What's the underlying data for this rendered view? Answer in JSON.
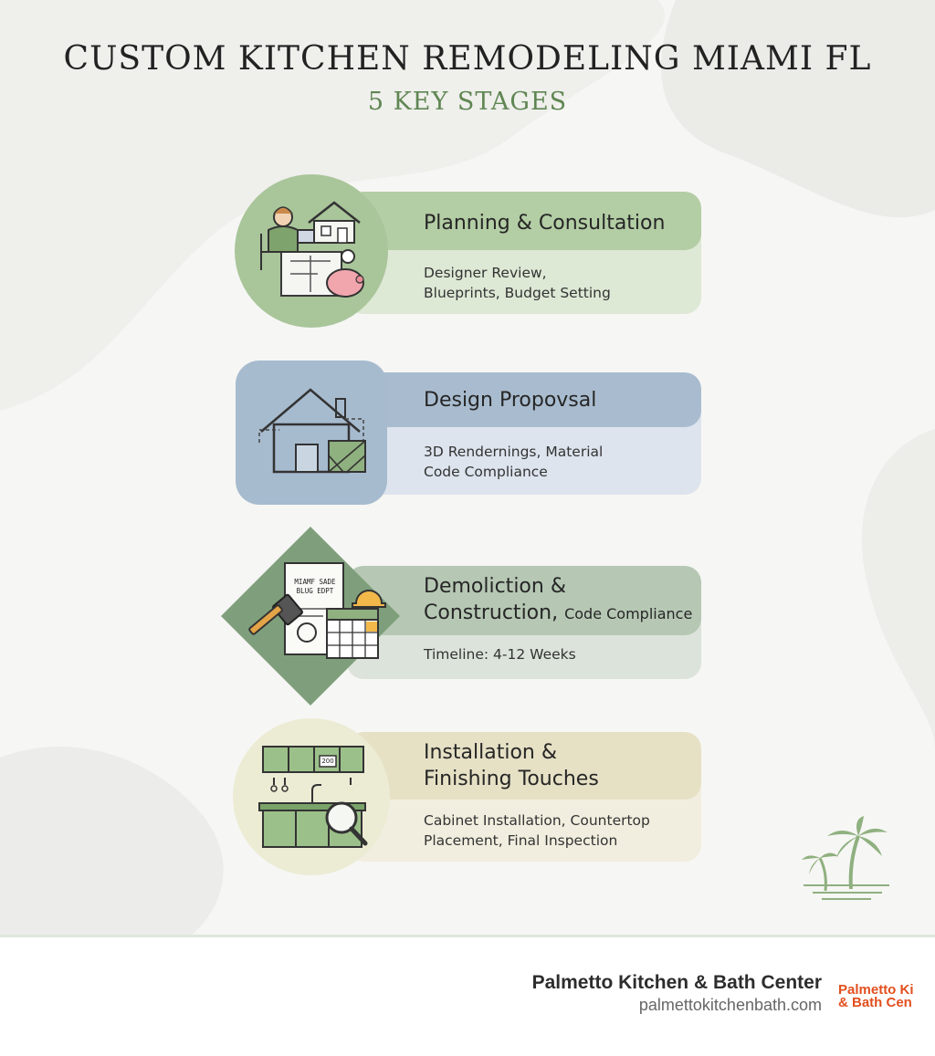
{
  "header": {
    "title": "CUSTOM KITCHEN REMODELING MIAMI FL",
    "subtitle": "5 KEY STAGES"
  },
  "stages": [
    {
      "heading": "Planning & Consultation",
      "description_lines": [
        "Designer Review,",
        "Blueprints, Budget Setting"
      ],
      "icon": "planning-person-house-piggybank-icon",
      "color": "#a9c59a"
    },
    {
      "heading": "Design Propovsal",
      "description_lines": [
        "3D Rendernings, Material",
        "Code Compliance"
      ],
      "icon": "house-blueprint-icon",
      "color": "#a7bbcf"
    },
    {
      "heading_lines": [
        "Demoliction &",
        "Construction,"
      ],
      "heading_suffix": "Code Compliance",
      "description_lines": [
        "Timeline: 4-12 Weeks"
      ],
      "icon": "permit-hammer-calendar-icon",
      "permit_text_lines": [
        "MIAMF SADE",
        "BLUG EDPT"
      ],
      "color": "#7f9f7c"
    },
    {
      "heading_lines": [
        "Installation &",
        "Finishing Touches"
      ],
      "description_lines": [
        "Cabinet Installation, Countertop",
        "Placement, Final Inspection"
      ],
      "icon": "kitchen-cabinets-magnifier-icon",
      "oven_label": "200",
      "color": "#e7e2c4"
    }
  ],
  "footer": {
    "company": "Palmetto Kitchen & Bath Center",
    "url": "palmettokitchenbath.com",
    "logo_lines": [
      "Palmetto Ki",
      "& Bath Cen"
    ],
    "logo_color": "#e24f1e"
  },
  "decor": {
    "palm_icon": "palm-tree-icon",
    "accent_green": "#5f8652"
  }
}
